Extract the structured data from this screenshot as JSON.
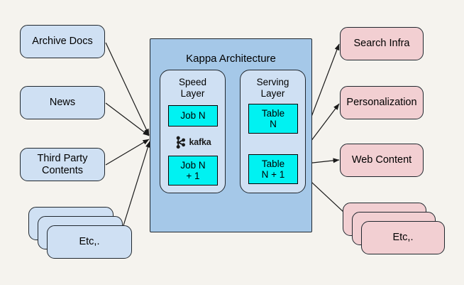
{
  "diagram": {
    "title": "Kappa Architecture data flow diagram",
    "background_color": "#f5f3ee",
    "source_color": "#cfe0f3",
    "sink_color": "#f2cfd2",
    "kappa_color": "#a5c8e8",
    "layer_color": "#cfe0f3",
    "job_color": "#00f2f2",
    "stroke_color": "#20272e"
  },
  "sources": [
    {
      "label": "Archive Docs"
    },
    {
      "label": "News"
    },
    {
      "label": "Third Party\nContents"
    },
    {
      "label": "Etc,."
    }
  ],
  "source_labels": {
    "archive_docs": "Archive Docs",
    "news": "News",
    "third_party_line1": "Third Party",
    "third_party_line2": "Contents",
    "etc": "Etc,."
  },
  "kappa": {
    "title": "Kappa Architecture",
    "speed_layer": {
      "title_line1": "Speed",
      "title_line2": "Layer",
      "jobs": [
        {
          "line1": "Job N",
          "line2": ""
        },
        {
          "line1": "Job N",
          "line2": "+ 1"
        }
      ],
      "kafka_label": "kafka",
      "kafka_icon": "kafka-logo-icon"
    },
    "serving_layer": {
      "title_line1": "Serving",
      "title_line2": "Layer",
      "tables": [
        {
          "line1": "Table",
          "line2": "N"
        },
        {
          "line1": "Table",
          "line2": "N + 1"
        }
      ]
    }
  },
  "sinks": {
    "search_infra": "Search Infra",
    "personalization": "Personalization",
    "web_content": "Web Content",
    "etc": "Etc,."
  }
}
